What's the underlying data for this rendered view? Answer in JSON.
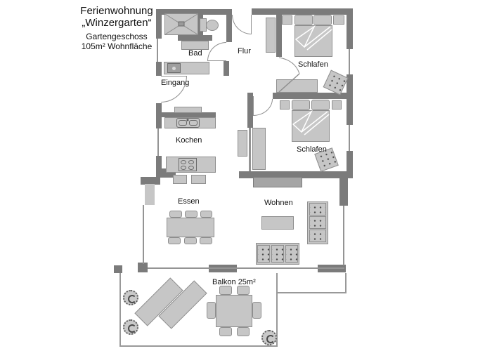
{
  "title": {
    "line1": "Ferienwohnung",
    "line2": "„Winzergarten“",
    "line3": "Gartengeschoss",
    "line4": "105m² Wohnfläche"
  },
  "rooms": {
    "bad": "Bad",
    "flur": "Flur",
    "schlafen_top": "Schlafen",
    "eingang": "Eingang",
    "kochen": "Kochen",
    "schlafen_mid": "Schlafen",
    "essen": "Essen",
    "wohnen": "Wohnen",
    "balkon": "Balkon 25m²"
  },
  "colors": {
    "wall": "#7b7b7b",
    "furniture_fill": "#c6c6c6",
    "furniture_border": "#8f8f8f",
    "window_line": "#949494",
    "text": "#111111"
  },
  "icons": {
    "shower": "shower-icon",
    "toilet": "toilet-icon",
    "sink": "sink-icon",
    "stove": "stove-icon",
    "washer": "washing-machine-icon",
    "plant": "plant-icon"
  }
}
